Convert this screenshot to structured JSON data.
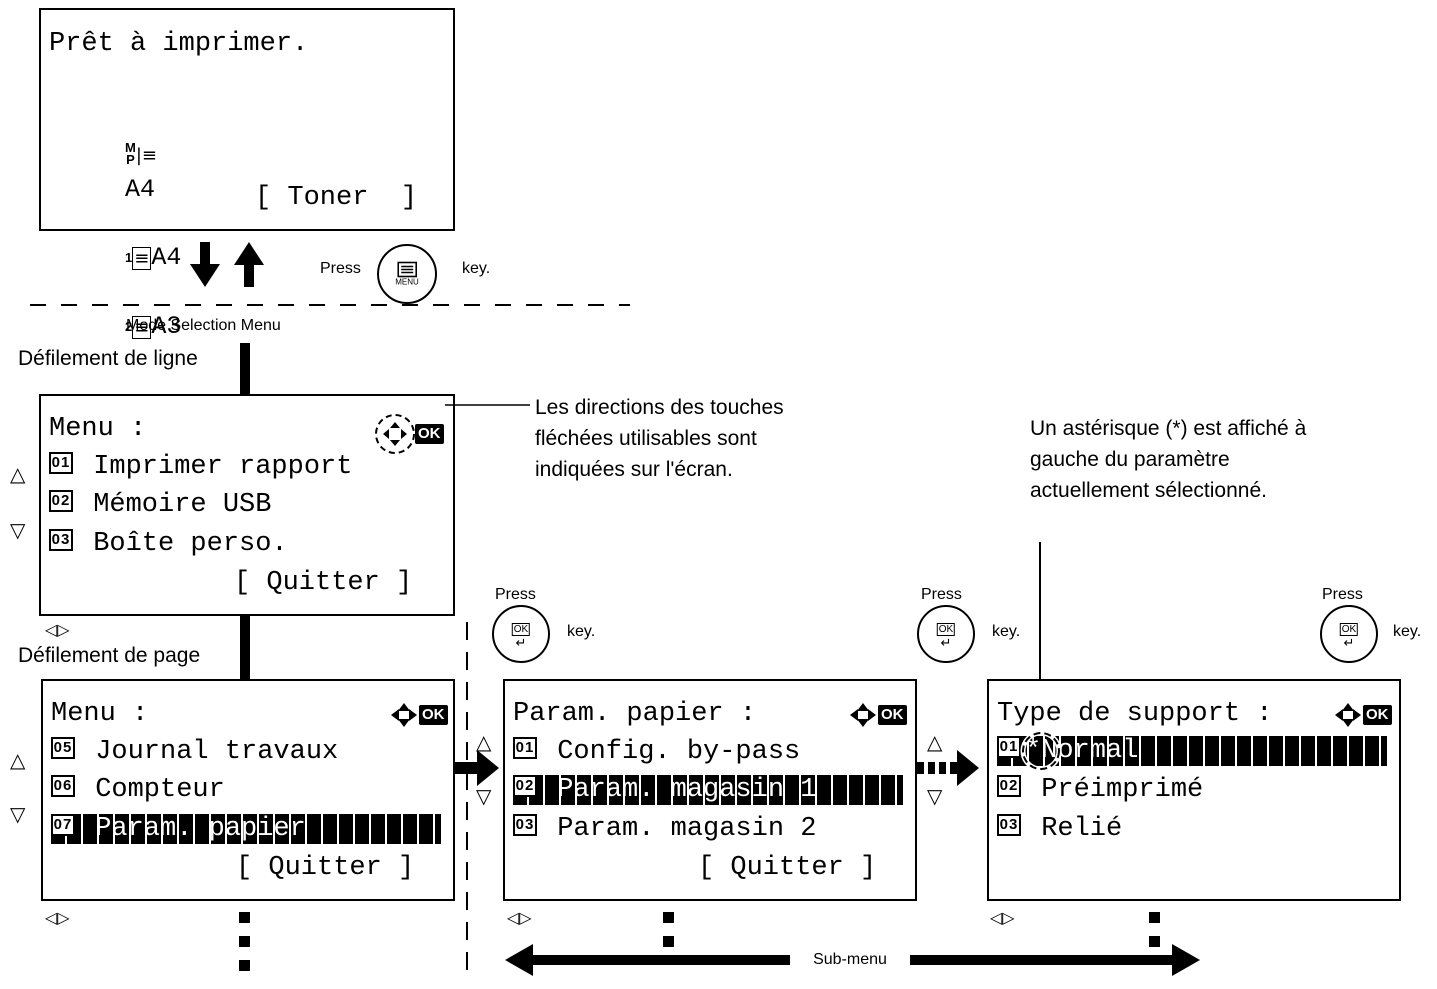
{
  "ready_screen": {
    "title": "Prêt à imprimer.",
    "paper": [
      {
        "source": "MP",
        "size": "A4"
      },
      {
        "source": "1",
        "size": "A4"
      },
      {
        "source": "2",
        "size": "A3"
      }
    ],
    "softkey": "[ Toner  ]"
  },
  "press_menu": {
    "press": "Press",
    "key_label": "MENU",
    "suffix": "key."
  },
  "mode_selection_label": "Mode Selection Menu",
  "line_scroll_label": "Défilement de ligne",
  "page_scroll_label": "Défilement de page",
  "menu_screen_1": {
    "title": "Menu :",
    "items": [
      {
        "num": "01",
        "label": "Imprimer rapport"
      },
      {
        "num": "02",
        "label": "Mémoire USB"
      },
      {
        "num": "03",
        "label": "Boîte perso."
      }
    ],
    "softkey": "[ Quitter ]"
  },
  "callout_arrows": "Les directions des touches fléchées utilisables sont indiquées sur l'écran.",
  "callout_asterisk": "Un astérisque (*) est affiché à gauche du paramètre actuellement sélectionné.",
  "menu_screen_2": {
    "title": "Menu :",
    "items": [
      {
        "num": "05",
        "label": "Journal travaux"
      },
      {
        "num": "06",
        "label": "Compteur"
      },
      {
        "num": "07",
        "label": "Param. papier",
        "selected": true
      }
    ],
    "softkey": "[ Quitter ]"
  },
  "param_screen": {
    "title": "Param. papier :",
    "items": [
      {
        "num": "01",
        "label": "Config. by-pass"
      },
      {
        "num": "02",
        "label": "Param. magasin 1",
        "selected": true
      },
      {
        "num": "03",
        "label": "Param. magasin 2"
      }
    ],
    "softkey": "[ Quitter ]"
  },
  "type_screen": {
    "title": "Type de support :",
    "items": [
      {
        "num": "01",
        "label": "Normal",
        "mark": "*",
        "selected": true
      },
      {
        "num": "02",
        "label": "Préimprimé"
      },
      {
        "num": "03",
        "label": "Relié"
      }
    ],
    "softkey": ""
  },
  "press_ok": {
    "press": "Press",
    "key_label": "OK",
    "suffix": "key."
  },
  "ok_label": "OK",
  "submenu_label": "Sub-menu"
}
